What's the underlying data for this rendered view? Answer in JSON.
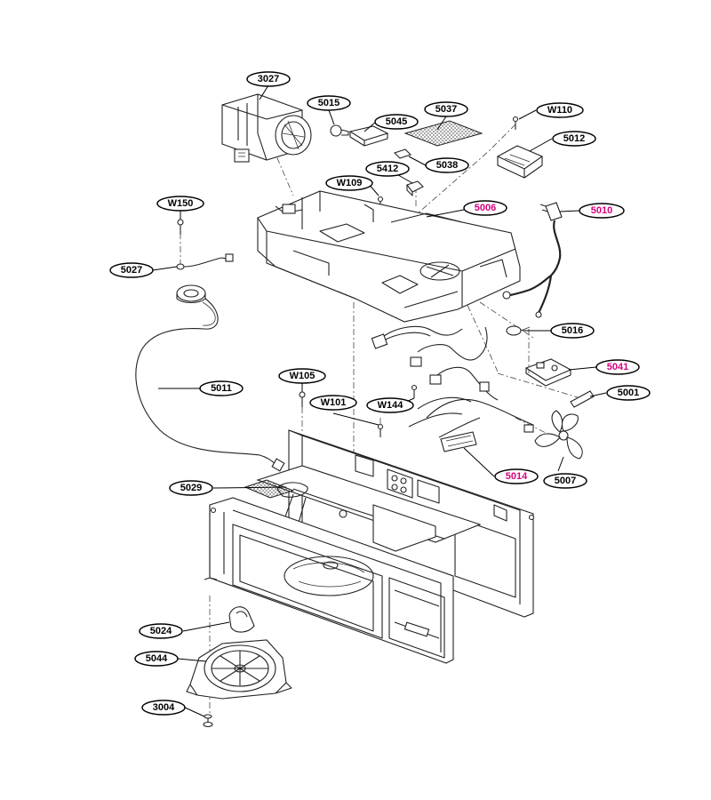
{
  "colors": {
    "line": "#222222",
    "highlight": "#d6007f",
    "background": "#ffffff"
  },
  "labels": [
    {
      "id": "3027",
      "text": "3027",
      "highlight": false
    },
    {
      "id": "5015",
      "text": "5015",
      "highlight": false
    },
    {
      "id": "5045",
      "text": "5045",
      "highlight": false
    },
    {
      "id": "5037",
      "text": "5037",
      "highlight": false
    },
    {
      "id": "W110",
      "text": "W110",
      "highlight": false
    },
    {
      "id": "5012",
      "text": "5012",
      "highlight": false
    },
    {
      "id": "5038",
      "text": "5038",
      "highlight": false
    },
    {
      "id": "5412",
      "text": "5412",
      "highlight": false
    },
    {
      "id": "W109",
      "text": "W109",
      "highlight": false
    },
    {
      "id": "5006",
      "text": "5006",
      "highlight": true
    },
    {
      "id": "5010",
      "text": "5010",
      "highlight": true
    },
    {
      "id": "W150",
      "text": "W150",
      "highlight": false
    },
    {
      "id": "5027",
      "text": "5027",
      "highlight": false
    },
    {
      "id": "5016",
      "text": "5016",
      "highlight": false
    },
    {
      "id": "5041",
      "text": "5041",
      "highlight": true
    },
    {
      "id": "5011",
      "text": "5011",
      "highlight": false
    },
    {
      "id": "W105",
      "text": "W105",
      "highlight": false
    },
    {
      "id": "5001",
      "text": "5001",
      "highlight": false
    },
    {
      "id": "W101",
      "text": "W101",
      "highlight": false
    },
    {
      "id": "W144",
      "text": "W144",
      "highlight": false
    },
    {
      "id": "5014",
      "text": "5014",
      "highlight": true
    },
    {
      "id": "5007",
      "text": "5007",
      "highlight": false
    },
    {
      "id": "5029",
      "text": "5029",
      "highlight": false
    },
    {
      "id": "5024",
      "text": "5024",
      "highlight": false
    },
    {
      "id": "5044",
      "text": "5044",
      "highlight": false
    },
    {
      "id": "3004",
      "text": "3004",
      "highlight": false
    }
  ]
}
